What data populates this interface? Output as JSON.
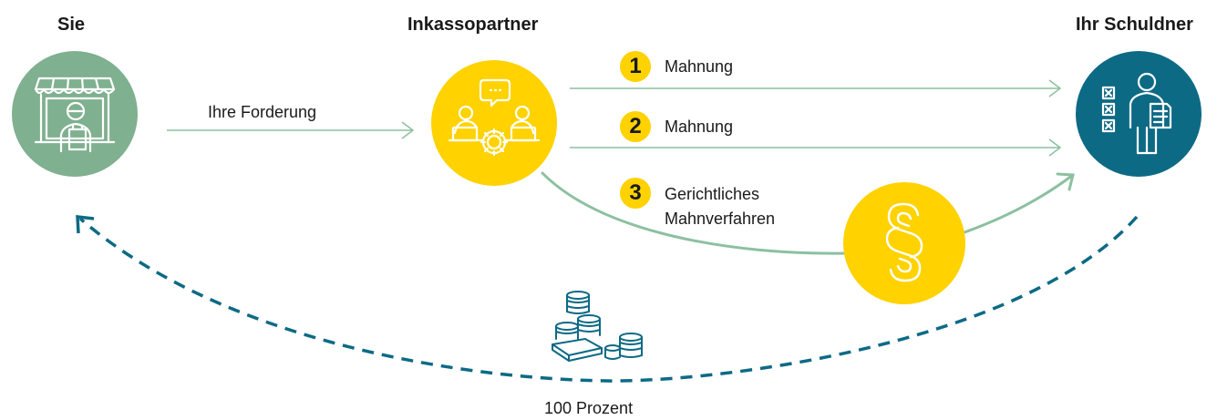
{
  "nodes": {
    "sie": {
      "title": "Sie",
      "icon": "shop-owner-icon",
      "color": "#7fb08f"
    },
    "inkasso": {
      "title": "Inkassopartner",
      "icon": "team-collaboration-icon",
      "color": "#ffd200"
    },
    "schuldner": {
      "title": "Ihr Schuldner",
      "icon": "debtor-checklist-icon",
      "color": "#0d6a85"
    }
  },
  "flows": {
    "forderung": {
      "label": "Ihre Forderung"
    },
    "step1": {
      "number": "1",
      "label": "Mahnung"
    },
    "step2": {
      "number": "2",
      "label": "Mahnung"
    },
    "step3": {
      "number": "3",
      "label_line1": "Gerichtliches",
      "label_line2": "Mahnverfahren"
    },
    "paragraph": {
      "icon": "paragraph-section-icon",
      "color": "#ffd200"
    },
    "return": {
      "label": "100 Prozent",
      "icon": "money-stack-icon",
      "color": "#0d6a85"
    }
  },
  "colors": {
    "line_green": "#8cc0a0",
    "accent_yellow": "#ffd200",
    "teal": "#0d6a85"
  }
}
